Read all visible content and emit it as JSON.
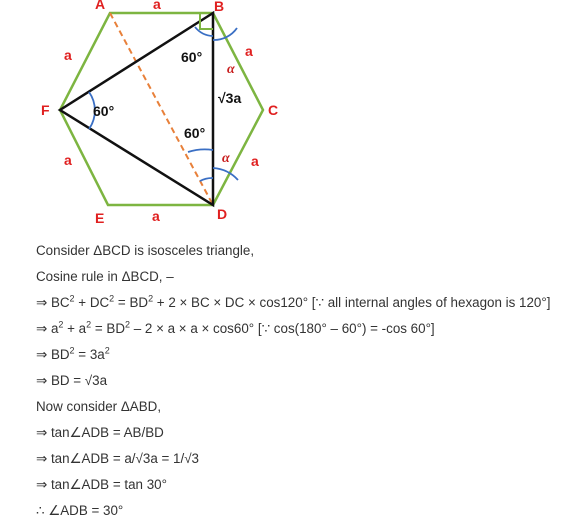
{
  "figure": {
    "vertex_labels": {
      "A": "A",
      "B": "B",
      "C": "C",
      "D": "D",
      "E": "E",
      "F": "F"
    },
    "side_label": "a",
    "angle_60": "60°",
    "alpha": "α",
    "bd_label": "√3a",
    "colors": {
      "hexagon": "#7db541",
      "triangle": "#111111",
      "dashed": "#e8803a",
      "angle_arc": "#3a6fc4",
      "right_angle": "#7db541",
      "label_red": "#e02020"
    }
  },
  "steps": [
    [
      "Consider ΔBCD is isosceles triangle,"
    ],
    [
      "Cosine rule in ΔBCD, –"
    ],
    [
      "⇒ BC",
      "2",
      " + DC",
      "2",
      " = BD",
      "2",
      " + 2 × BC × DC × cos120° [∵ all internal angles of hexagon is 120°]"
    ],
    [
      "⇒ a",
      "2",
      " + a",
      "2",
      " = BD",
      "2",
      " – 2 × a × a × cos60° [∵ cos(180° – 60°) = -cos 60°]"
    ],
    [
      "⇒ BD",
      "2",
      " = 3a",
      "2",
      ""
    ],
    [
      "⇒ BD = √3a"
    ],
    [
      "Now consider ΔABD,"
    ],
    [
      "⇒ tan∠ADB = AB/BD"
    ],
    [
      "⇒ tan∠ADB = a/√3a = 1/√3"
    ],
    [
      "⇒ tan∠ADB = tan 30°"
    ],
    [
      "∴ ∠ADB = 30°"
    ]
  ]
}
